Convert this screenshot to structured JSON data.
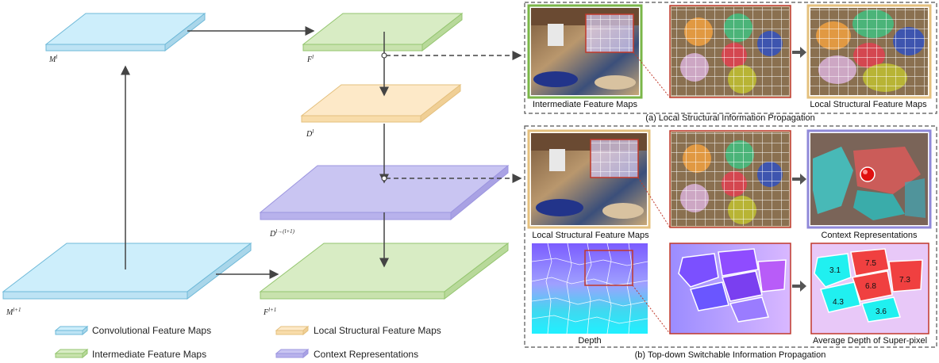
{
  "layers": {
    "m_l": "M",
    "m_l_sup": "l",
    "f_l": "F",
    "f_l_sup": "l",
    "d_l": "D",
    "d_l_sup": "l",
    "d_lt": "D",
    "d_lt_sup": "l→(l+1)",
    "m_l1": "M",
    "m_l1_sup": "l+1",
    "f_l1": "F",
    "f_l1_sup": "l+1"
  },
  "legend": {
    "conv": "Convolutional Feature Maps",
    "inter": "Intermediate Feature Maps",
    "local": "Local Structural Feature Maps",
    "context": "Context Representations"
  },
  "panel_a": {
    "caption": "(a) Local Structural Information Propagation",
    "left_label": "Intermediate Feature Maps",
    "right_label": "Local Structural Feature Maps"
  },
  "panel_b": {
    "caption": "(b) Top-down Switchable Information Propagation",
    "top_left_label": "Local Structural Feature Maps",
    "top_right_label": "Context Representations",
    "bottom_left_label": "Depth",
    "bottom_right_label": "Average Depth of Super-pixel",
    "depth_values": [
      "3.1",
      "7.5",
      "6.8",
      "7.3",
      "4.3",
      "3.6"
    ]
  },
  "colors": {
    "conv": "#cdeefb",
    "inter": "#d8ecc4",
    "local": "#fde9c8",
    "context": "#c9c5f2",
    "frame_green": "#7ab648",
    "frame_purple": "#8f88d8",
    "frame_red": "#c0392b"
  }
}
